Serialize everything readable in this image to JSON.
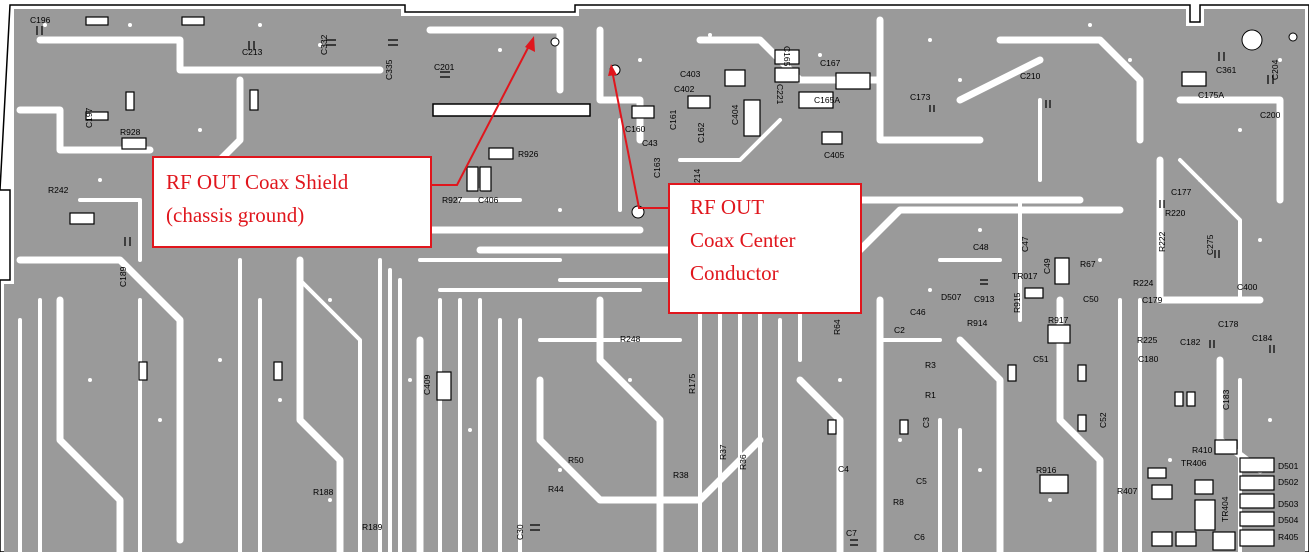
{
  "callouts": {
    "shield": {
      "line1": "RF OUT Coax Shield",
      "line2": "(chassis ground)"
    },
    "center": {
      "line1": "RF OUT",
      "line2": "Coax Center",
      "line3": "Conductor"
    }
  },
  "designators": [
    "C196",
    "C213",
    "C332",
    "C335",
    "C201",
    "C197",
    "R928",
    "R926",
    "R927",
    "C406",
    "R242",
    "C189",
    "C403",
    "C165",
    "C221",
    "C167",
    "C402",
    "C404",
    "C165A",
    "C161",
    "C162",
    "C160",
    "C43",
    "C163",
    "214",
    "C405",
    "C173",
    "C210",
    "C361",
    "C204",
    "C175A",
    "C200",
    "C177",
    "R220",
    "R222",
    "C275",
    "C48",
    "C47",
    "C49",
    "R67",
    "TR017",
    "C913",
    "R915",
    "C50",
    "R224",
    "C179",
    "C400",
    "C46",
    "D507",
    "R914",
    "R917",
    "C178",
    "R64",
    "C2",
    "C51",
    "R225",
    "C182",
    "C184",
    "C180",
    "R248",
    "R175",
    "C409",
    "R3",
    "R1",
    "C3",
    "C52",
    "C183",
    "R410",
    "TR406",
    "D501",
    "D502",
    "R407",
    "D503",
    "TR404",
    "D504",
    "R405",
    "R50",
    "R37",
    "R36",
    "R38",
    "R44",
    "C4",
    "C5",
    "R916",
    "R8",
    "R188",
    "R189",
    "C30",
    "C7",
    "C6"
  ],
  "colors": {
    "copper": "#9a9a9a",
    "trace_gap": "#ffffff",
    "annotation": "#e0161d"
  }
}
